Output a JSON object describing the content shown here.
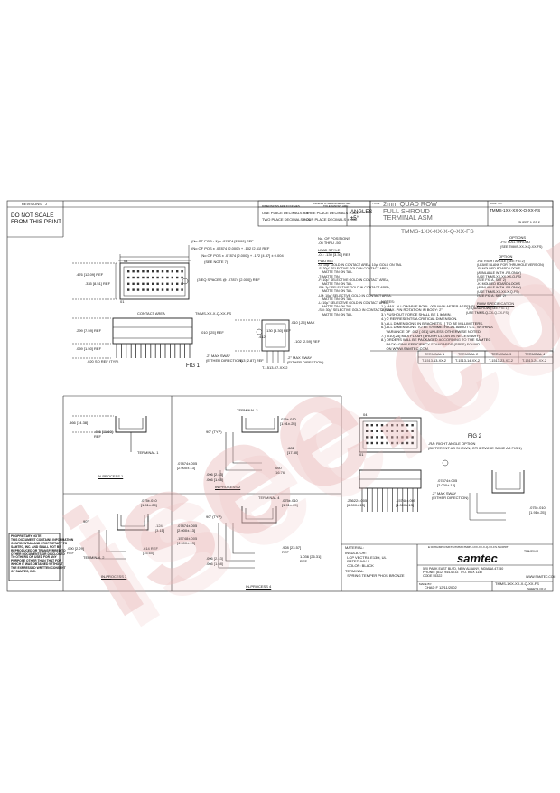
{
  "watermark": {
    "text": "isee.com",
    "color": "#e8b6b6"
  },
  "revisions_label": "REVISIONS",
  "rev_letter": "J",
  "do_not_scale": "DO NOT SCALE\nFROM THIS PRINT",
  "tolerance": {
    "header": "UNLESS OTHERWISE NOTED",
    "dim_label": "DIMENSIONS ARE IN INCHES",
    "tol_label": "TOLERANCES ARE:",
    "one_place": "ONE PLACE DECIMALS ±.1",
    "two_place": "TWO PLACE DECIMALS ±.01",
    "three_place": "THREE PLACE DECIMALS ±.005",
    "four_place": "FOUR PLACE DECIMALS ± .002",
    "angles": "ANGLES\n±5°"
  },
  "title_block": {
    "title_label": "TITLE:",
    "title": "2mm QUAD ROW\nFULL SHROUD\nTERMINAL ASM",
    "dwg_label": "DWG. NO.",
    "dwg_no": "TMMS-1XX-XX-X-Q-XX-FS",
    "sheet": "SHEET 1 OF 2"
  },
  "part_number": "TMMS-1XX-XX-X-Q-XX-FS",
  "ordering": {
    "positions_title": "No. OF POSITIONS",
    "positions_range": "-05 THRU -50",
    "lead_title": "LEAD STYLE",
    "lead_value": "-01: .130 [3.30] REF",
    "plating_title": "PLATING",
    "plating_lines": [
      "-G: 10µ\" GOLD IN CONTACT AREA, 10µ\" GOLD ON TAIL",
      "-S: 30µ\" SELECTIVE GOLD IN CONTACT AREA,",
      "     MATTE TIN ON TAIL",
      "-T: MATTE TIN",
      "-F: 10µ\" SELECTIVE GOLD IN CONTACT AREA,",
      "     MATTE TIN ON TAIL",
      "-FM: 3µ\" SELECTIVE GOLD IN CONTACT AREA,",
      "     MATTE TIN ON TAIL",
      "-LM: 10µ\" SELECTIVE GOLD IN CONTACT AREA,",
      "     MATTE TIN ON TAIL",
      "-L: 10µ\" SELECTIVE GOLD IN CONTACT AREA,",
      "     MATTE TIN ON TAIL",
      "-SM: 30µ\" SELECTIVE GOLD IN CONTACT AREA,",
      "     MATTE TIN ON TAIL"
    ],
    "options_head": "OPTIONS",
    "option_fs": "-FS: FULL SHROUD\n(SEE TMMS-XX-X-Q-XX-FS)",
    "option_title": "OPTION",
    "option_lines": [
      "-RA: RIGHT ANGLE (SEE FIG 2)",
      "(LEAVE BLANK FOR THRU HOLE VERSION)",
      "-P: MOLDED BOARD LOCKS",
      "(AVAILABLE WITH -RA ONLY)",
      "(USE TMMS-XX-XX-XX-Q-FS)",
      "(SEE FIG A, SHT 2)",
      "-K: MOLDED BOARD LOCKS",
      "(AVAILABLE WITH -RA ONLY)",
      "(USE TMMS-XX-XX-X-Q-FS)",
      "(SEE FIG A, SHT 2)"
    ],
    "row_title": "ROW SPECIFICATION",
    "row_value": "-Q: QUAD ROW (SEE FIG 1)\n(USE TMMS-Q-XX-Q-XX-FS)"
  },
  "notes": [
    "NOTES:",
    "1.) MAX. ALLOWABLE BOW: .005 IN/IN AFTER ASSEMBLY.",
    "2.) MAX. PIN ROTATION IN BODY: 2°",
    "3.) PUSHOUT FORCE SHALL BE 1 lb MIN.",
    "4.) © REPRESENTS A CRITICAL DIMENSION.",
    "5.) ALL DIMENSIONS IN BRACKETS [ ] TO BE MILLIMETERS.",
    "6.) ALL DIMENSIONS TO BE SYMMETRICAL ABOUT C.L. WITHIN A",
    "     VARIANCE OF .002 [.051] UNLESS OTHERWISE NOTED.",
    "7.) .010[.25] MAX FLASH (BRUSH CLEAN AS NECESSARY).",
    "8.) ORDERS WILL BE PACKAGED ACCORDING TO THE SAMTEC",
    "     PACKAGING EFFICIENCY STANDARDS (SPES) FOUND",
    "     ON WWW.SAMTEC.COM."
  ],
  "terminals": {
    "headers": [
      "TERMINAL 1",
      "TERMINAL 2",
      "TERMINAL 3",
      "TERMINAL 4"
    ],
    "values": [
      "T-1513-13-XX-2",
      "T-1513-14-XX-2",
      "T-1513-23-XX-2",
      "T-1513-24-XX-2"
    ]
  },
  "fig1": {
    "label": "FIG 1",
    "dim_pos1": "(No OF POS - 1) x .07874 [2.000] REF",
    "dim_pos2": "(No OF POS x .07874 [2.000]) + .102 [2.61] REF",
    "dim_pos3": "(No OF POS x .07874 [2.000]) + .172 [4.37] ± 0.004",
    "dim_03": "(3 EQ SPACES @ .07874 [2.000]) REF",
    "see_note": "(SEE NOTE 7)",
    "dim_476": ".476 [12.09] REF",
    "dim_335": ".335 [8.51] REF",
    "label_04": "04",
    "label_01": "01",
    "contact_area": "CONTACT AREA",
    "callout": "TMMS-XX-X-Q-XX-FS",
    "dim_299": ".299 [7.59] REF",
    "dim_059": ".059 [1.50] REF",
    "dim_020": ".020 SQ REF (TYP)",
    "dim_010": ".010 [.25] REF",
    "max_sway": ".2° MAX SWAY\n(EITHER DIRECTION)",
    "dim_130": ".130 [3.30] REF",
    "dim_412": ".412",
    "dim_010b": ".010 [.25] MAX",
    "dim_102": ".102 [2.59] REF",
    "dim_113": ".113 [2.87] REF",
    "t1513": "T-1513-07-XX-2",
    "max_sway2": ".2° MAX SWAY\n(EITHER DIRECTION)"
  },
  "in_process": {
    "ip1_label": "IN-PROCESS 1",
    "ip2_label": "IN-PROCESS 2",
    "ip3_label": "IN-PROCESS 3",
    "ip4_label": "IN-PROCESS 4",
    "terminal_1": "TERMINAL 1",
    "terminal_2": "TERMINAL 2",
    "terminal_3": "TERMINAL 3",
    "terminal_4": "TERMINAL 4",
    "dim_566": ".566 [14.38]",
    "dim_456": ".456 [11.60]\nREF",
    "dim_075a": ".075±.010\n[1.91±.25]",
    "dim_681": ".681\n[17.30]",
    "deg90a": "90° (TYP)",
    "dim_7874a": ".07874±.005\n[2.000±.13]",
    "dim_660": ".660\n[16.76]",
    "dim_096a": ".096 [2.43]",
    "dim_066a": ".066 [1.68]",
    "dim_075b": ".075±.010\n[1.91±.25]",
    "deg90b": "90°",
    "dim_124": ".124\n[3.15]",
    "dim_090": ".090 [2.29]\nREF",
    "dim_614": ".614 REF\n[15.60]",
    "dim_075c": ".075±.010\n[1.91±.25]",
    "deg90c": "90° (TYP)",
    "dim_7874b": ".07874±.005\n[2.000±.13]",
    "dim_15748": ".15748±.005\n[4.000±.13]",
    "dim_928": ".928 [23.57]\nREF",
    "dim_1036": "1.036 [26.31]\nREF",
    "dim_096b": ".096 [2.43]",
    "dim_066b": ".066 [1.68]"
  },
  "fig2": {
    "label": "FIG 2",
    "desc": "-RA: RIGHT ANGLE OPTION\n(DIFFERENT AS SHOWN, OTHERWISE SAME AS FIG 1)",
    "label_04": "04",
    "label_01": "01",
    "dim_7874": ".07874±.005\n[2.000±.13]",
    "max_sway": ".2° MAX SWAY\n(EITHER DIRECTION)",
    "dim_236": ".23622±.005\n[6.000±.13]",
    "dim_157": ".15748±.005\n[4.000±.13]",
    "dim_075": ".075±.010\n[1.91±.25]"
  },
  "proprietary": "PROPRIETARY NOTE\nTHIS DOCUMENT CONTAINS INFORMATION\nCONFIDENTIAL AND PROPRIETARY TO\nSAMTEC, INC. AND SHALL NOT BE\nREPRODUCED OR TRANSFERRED TO\nOTHER DOCUMENTS OR DISCLOSED\nTO OTHERS OR USED FOR ANY\nPURPOSE OTHER THAN THAT FOR\nWHICH IT WAS OBTAINED WITHOUT\nTHE EXPRESSED WRITTEN CONSENT\nOF SAMTEC, INC.",
  "material": {
    "title": "MATERIAL:",
    "insulator": "INSULATOR:\n  LCP VECTRA E130i, UL\n  RATED 94V-0\n  COLOR: BLACK",
    "terminal": "TERMINAL:\n  SPRING TEMPER PHOS BRONZE"
  },
  "company": {
    "path": "E:\\DWG\\MISC\\MKTG\\TMMS\\TMMS-1XX-XX-X-Q-XX-FS.SLDPRT",
    "file": "TMMS04P",
    "logo": "samtec",
    "address": "520 PARK EAST BLVD, NEW ALBANY, INDIANA 47150\nPHONE: (812) 944-6733   P.O. BOX 1147\nCODE 55322",
    "web": "WWW.SAMTEC.COM",
    "made_by_label": "MADE BY:",
    "made_by": "CHAD F 12/11/2002",
    "dwg_no": "TMMS-1XX-XX-X-Q-XX-FS",
    "sheet": "SHEET 1 OF 2"
  }
}
